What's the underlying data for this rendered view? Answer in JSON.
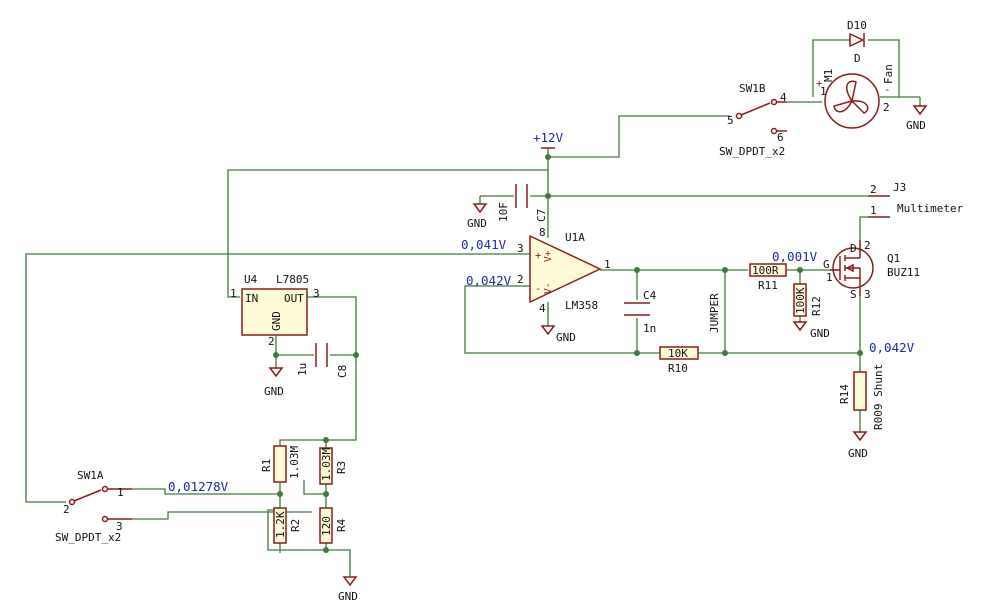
{
  "labels": {
    "d10_ref": "D10",
    "d10_val": "D",
    "m1_ref": "M1",
    "m1_val": "Fan",
    "m1_p1": "1",
    "m1_p2": "2",
    "m1_plus": "+",
    "m1_minus": "-",
    "sw1b_ref": "SW1B",
    "sw1b_val": "SW_DPDT_x2",
    "sw1b_p4": "4",
    "sw1b_p5": "5",
    "sw1b_p6": "6",
    "net_12v": "+12V",
    "j3_ref": "J3",
    "j3_val": "Multimeter",
    "j3_p1": "1",
    "j3_p2": "2",
    "c7_ref": "C7",
    "c7_val": "10F",
    "u1a_ref": "U1A",
    "u1a_val": "LM358",
    "u1a_p1": "1",
    "u1a_p2": "2",
    "u1a_p3": "3",
    "u1a_p4": "4",
    "u1a_p8": "8",
    "u1a_vplus": "V+",
    "u1a_vminus": "V-",
    "u1a_plus": "+",
    "u1a_minus": "-",
    "v_pin3": "0,041V",
    "v_pin2": "0,042V",
    "v_gate": "0,001V",
    "v_shunt": "0,042V",
    "v_sw1a": "0,01278V",
    "u4_ref": "U4",
    "u4_val": "L7805",
    "u4_in": "IN",
    "u4_out": "OUT",
    "u4_gnd": "GND",
    "u4_p1": "1",
    "u4_p2": "2",
    "u4_p3": "3",
    "c4_ref": "C4",
    "c4_val": "1n",
    "jumper": "JUMPER",
    "r11_ref": "R11",
    "r11_val": "100R",
    "r12_ref": "R12",
    "r12_val": "100K",
    "q1_ref": "Q1",
    "q1_val": "BUZ11",
    "q1_g": "G",
    "q1_d": "D",
    "q1_s": "S",
    "q1_p1": "1",
    "q1_p2": "2",
    "q1_p3": "3",
    "r10_ref": "R10",
    "r10_val": "10K",
    "r14_ref": "R14",
    "r14_val": "R009 Shunt",
    "c8_ref": "C8",
    "c8_val": "1u",
    "r1_ref": "R1",
    "r1_val": "1.03M",
    "r3_ref": "R3",
    "r3_val": "1.03M",
    "r2_ref": "R2",
    "r2_val": "1.2K",
    "r4_ref": "R4",
    "r4_val": "120",
    "sw1a_ref": "SW1A",
    "sw1a_val": "SW_DPDT_x2",
    "sw1a_p1": "1",
    "sw1a_p2": "2",
    "sw1a_p3": "3",
    "gnd": "GND"
  },
  "colors": {
    "wire": "#3e7a3a",
    "symbol": "#8c1c1c",
    "body_fill": "#fffbd6",
    "net_voltage": "#1b2aa8",
    "text": "#121212"
  }
}
